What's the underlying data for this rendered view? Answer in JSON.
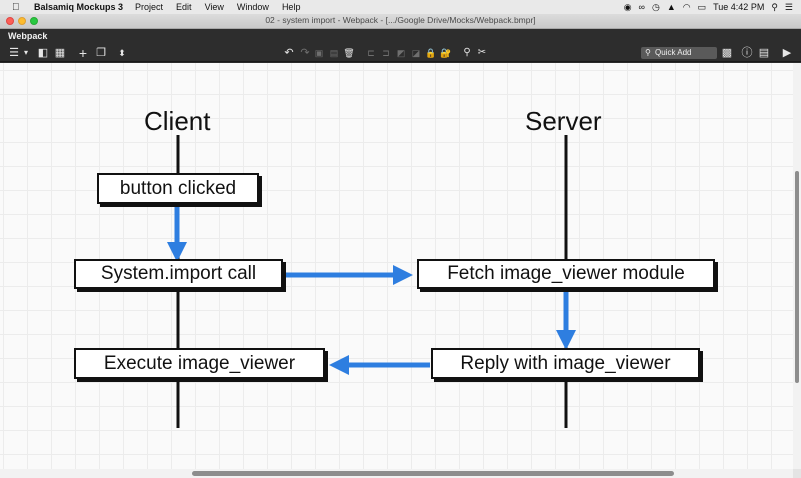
{
  "menubar": {
    "app_name": "Balsamiq Mockups 3",
    "menus": [
      "Project",
      "Edit",
      "View",
      "Window",
      "Help"
    ],
    "clock": "Tue 4:42 PM"
  },
  "window": {
    "title": "02 - system import - Webpack - [.../Google Drive/Mocks/Webpack.bmpr]"
  },
  "app": {
    "project_name": "Webpack",
    "quick_add_placeholder": "Quick Add"
  },
  "diagram": {
    "lanes": [
      "Client",
      "Server"
    ],
    "boxes": {
      "button_clicked": "button clicked",
      "system_import_call": "System.import call",
      "execute_image_viewer": "Execute image_viewer",
      "fetch_module": "Fetch image_viewer module",
      "reply_with": "Reply with image_viewer"
    },
    "arrow_color": "#2e7ee0"
  },
  "colors": {
    "toolbar_bg": "#2d2d2d",
    "canvas_bg": "#fafafa"
  }
}
